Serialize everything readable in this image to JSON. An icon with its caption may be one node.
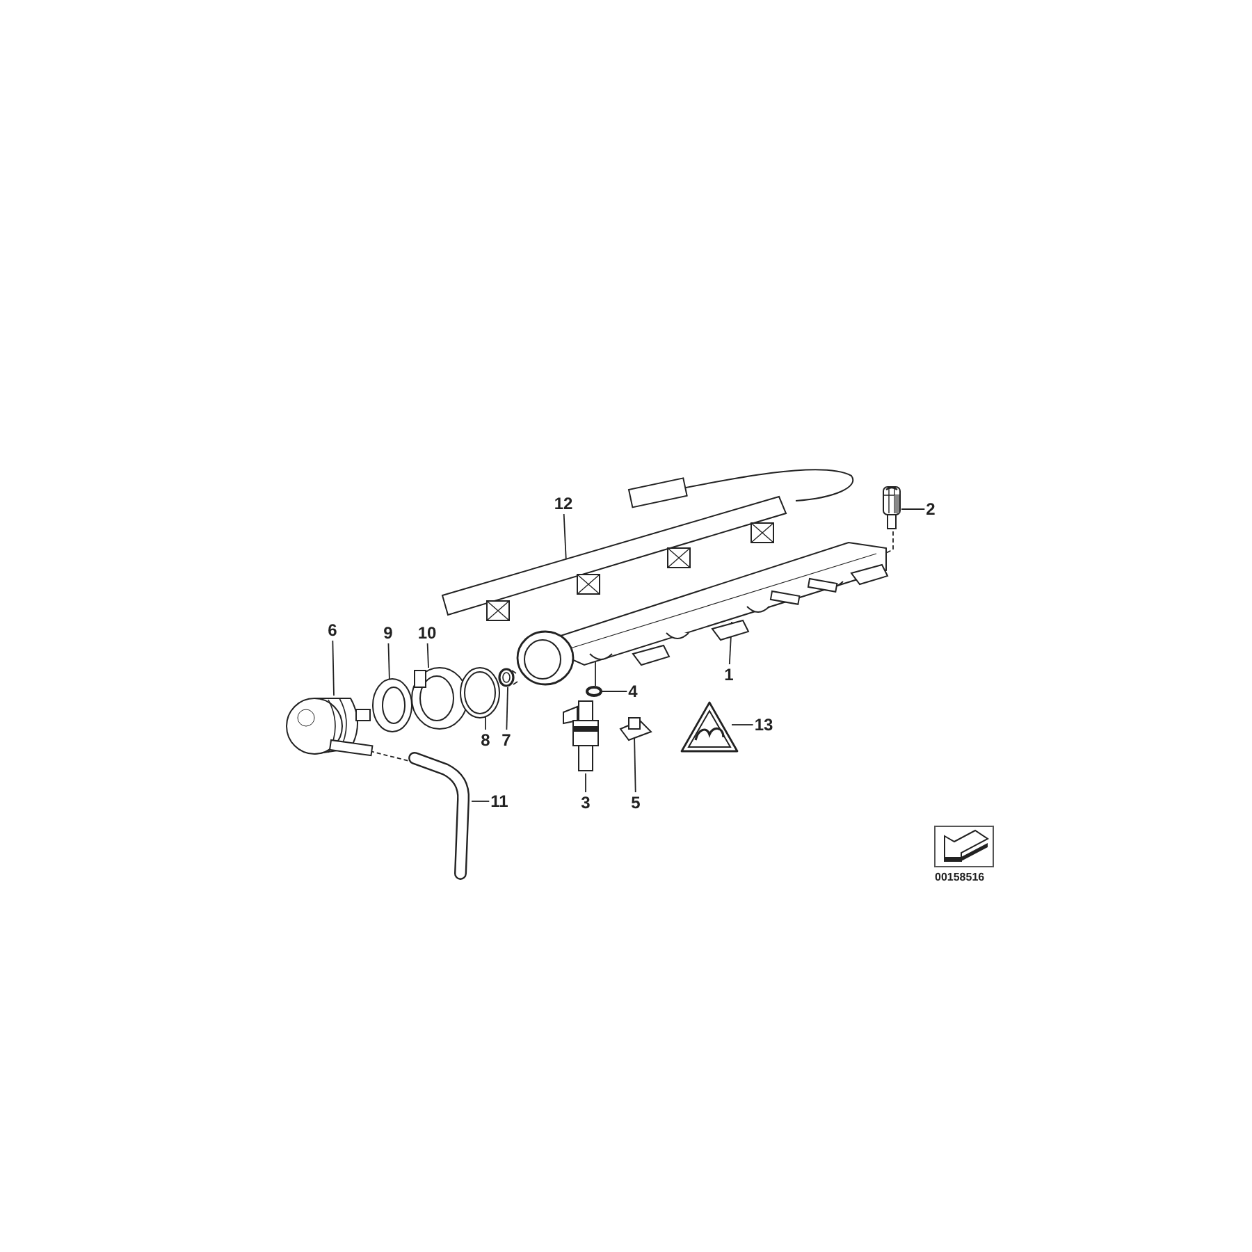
{
  "diagram": {
    "nodes": [
      {
        "text": [
          "12"
        ]
      },
      {
        "text": [
          "2"
        ]
      },
      {
        "text": [
          "6"
        ]
      },
      {
        "text": [
          "9"
        ]
      },
      {
        "text": [
          "10"
        ]
      },
      {
        "text": [
          "1"
        ]
      },
      {
        "text": [
          "4"
        ]
      },
      {
        "text": [
          "8"
        ]
      },
      {
        "text": [
          "7"
        ]
      },
      {
        "text": [
          "13"
        ]
      },
      {
        "text": [
          "3"
        ]
      },
      {
        "text": [
          "5"
        ]
      },
      {
        "text": [
          "11"
        ]
      },
      {
        "text": [],
        "shape": "picture"
      },
      {
        "text": [],
        "shape": "picture"
      },
      {
        "text": [],
        "shape": "picture"
      },
      {
        "text": [],
        "shape": "picture"
      },
      {
        "text": [],
        "shape": "picture"
      },
      {
        "text": [],
        "shape": "picture"
      },
      {
        "text": [],
        "shape": "picture"
      },
      {
        "text": [],
        "shape": "picture"
      },
      {
        "text": [],
        "shape": "picture"
      },
      {
        "text": [],
        "shape": "picture"
      },
      {
        "text": [],
        "shape": "picture"
      },
      {
        "text": [],
        "shape": "picture"
      },
      {
        "text": [],
        "shape": "picture"
      }
    ],
    "edges": [
      {
        "from": 0,
        "to": 14,
        "arrow": "none"
      },
      {
        "from": 1,
        "to": 15,
        "arrow": "none"
      },
      {
        "from": 2,
        "to": 16,
        "arrow": "none"
      },
      {
        "from": 3,
        "to": 17,
        "arrow": "none"
      },
      {
        "from": 4,
        "to": 18,
        "arrow": "none"
      },
      {
        "from": 5,
        "to": 13,
        "arrow": "none"
      },
      {
        "from": 6,
        "to": 21,
        "arrow": "none"
      },
      {
        "from": 7,
        "to": 19,
        "arrow": "none"
      },
      {
        "from": 8,
        "to": 20,
        "arrow": "none"
      },
      {
        "from": 9,
        "to": 24,
        "arrow": "none"
      },
      {
        "from": 10,
        "to": 22,
        "arrow": "none"
      },
      {
        "from": 11,
        "to": 23,
        "arrow": "none"
      },
      {
        "from": 12,
        "to": 25,
        "arrow": "none"
      },
      {
        "from": 15,
        "to": 13,
        "arrow": "none",
        "style": "dashed"
      },
      {
        "from": 16,
        "to": 25,
        "arrow": "none",
        "style": "dashed"
      },
      {
        "from": 13,
        "to": 21,
        "arrow": "none"
      }
    ],
    "labels": [
      "00158516"
    ]
  }
}
